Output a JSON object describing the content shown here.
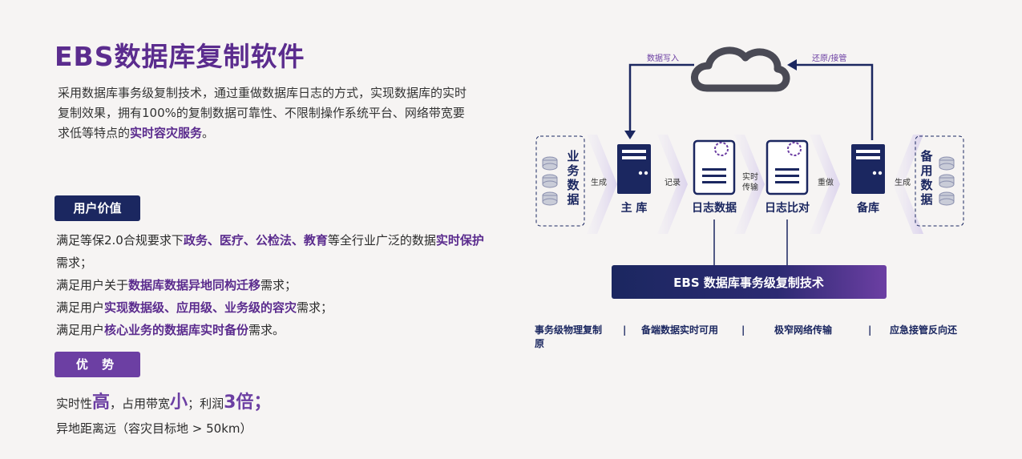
{
  "title": "EBS数据库复制软件",
  "intro": {
    "text": "采用数据库事务级复制技术，通过重做数据库日志的方式，实现数据库的实时复制效果，拥有100%的复制数据可靠性、不限制操作系统平台、网络带宽要求低等特点的",
    "highlight": "实时容灾服务",
    "end": "。"
  },
  "user_value": {
    "heading": "用户价值",
    "lines": [
      {
        "parts": [
          {
            "t": "满足等保2.0合规要求下"
          },
          {
            "t": "政务、医疗、公检法、教育",
            "b": true
          },
          {
            "t": "等全行业广泛的数据"
          },
          {
            "t": "实时保护",
            "b": true
          },
          {
            "t": "需求；"
          }
        ]
      },
      {
        "parts": [
          {
            "t": "满足用户关于"
          },
          {
            "t": "数据库数据异地同构迁移",
            "b": true
          },
          {
            "t": "需求；"
          }
        ]
      },
      {
        "parts": [
          {
            "t": "满足用户"
          },
          {
            "t": "实现数据级、应用级、业务级的容灾",
            "b": true
          },
          {
            "t": "需求；"
          }
        ]
      },
      {
        "parts": [
          {
            "t": "满足用户"
          },
          {
            "t": "核心业务的数据库实时备份",
            "b": true
          },
          {
            "t": "需求。"
          }
        ]
      }
    ]
  },
  "advantage": {
    "heading": "优 势",
    "line1": [
      {
        "t": "实时性"
      },
      {
        "t": "高",
        "big": true
      },
      {
        "t": "，占用带宽"
      },
      {
        "t": "小",
        "big": true
      },
      {
        "t": "；利润"
      },
      {
        "t": "3倍",
        "big": true
      },
      {
        "t": "；",
        "big": true
      }
    ],
    "line2": "异地距离远（容灾目标地 > 50km）"
  },
  "diagram": {
    "left_box": "业务数据",
    "right_box": "备用数据",
    "nodes": {
      "primary": "主 库",
      "log_data": "日志数据",
      "log_compare": "日志比对",
      "standby": "备库"
    },
    "edges": {
      "gen_left": "生成",
      "record": "记录",
      "realtime_1": "实时",
      "realtime_2": "传输",
      "redo": "重做",
      "gen_right": "生成"
    },
    "cloud": {
      "write": "数据写入",
      "restore": "还原/接管"
    },
    "bar": "EBS 数据库事务级复制技术",
    "features": [
      "事务级物理复制原",
      "备端数据实时可用",
      "极窄网络传输",
      "应急接管反向还"
    ],
    "separator": "|"
  },
  "colors": {
    "purple": "#5b2c8e",
    "navy": "#1b2760",
    "violet": "#6c3fa3"
  }
}
